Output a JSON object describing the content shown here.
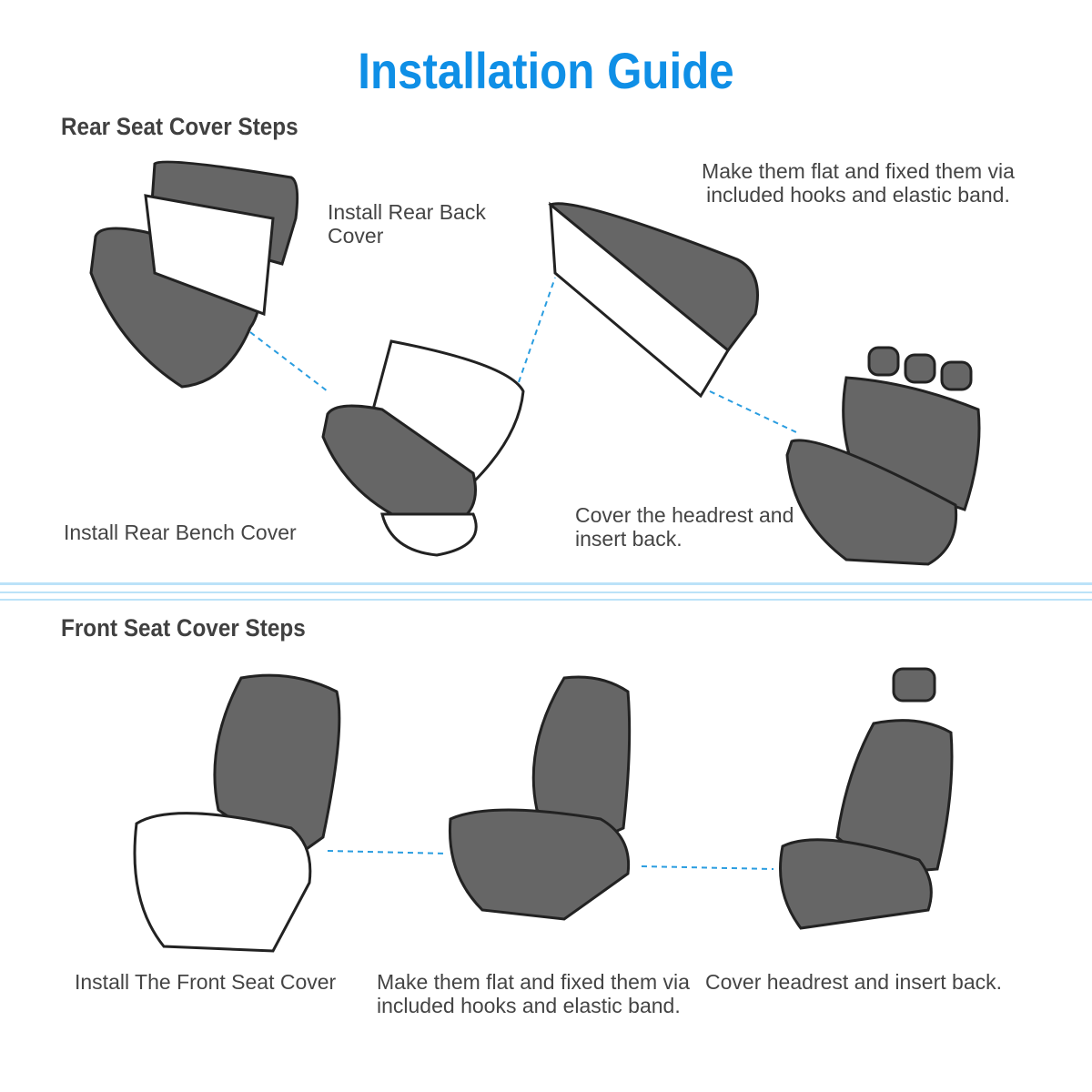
{
  "title": "Installation Guide",
  "rear": {
    "heading": "Rear Seat Cover Steps",
    "steps": [
      "Install Rear Back Cover",
      "Install Rear Bench Cover",
      "Make them flat and fixed them via included hooks and elastic band.",
      "Cover the headrest and insert back."
    ]
  },
  "front": {
    "heading": "Front Seat Cover Steps",
    "steps": [
      "Install The Front Seat Cover",
      "Make them flat and fixed them via included hooks and elastic band.",
      "Cover headrest and insert back."
    ]
  },
  "colors": {
    "accent": "#0f8fe6",
    "seat": "#666666",
    "dash": "#2a9de0"
  }
}
